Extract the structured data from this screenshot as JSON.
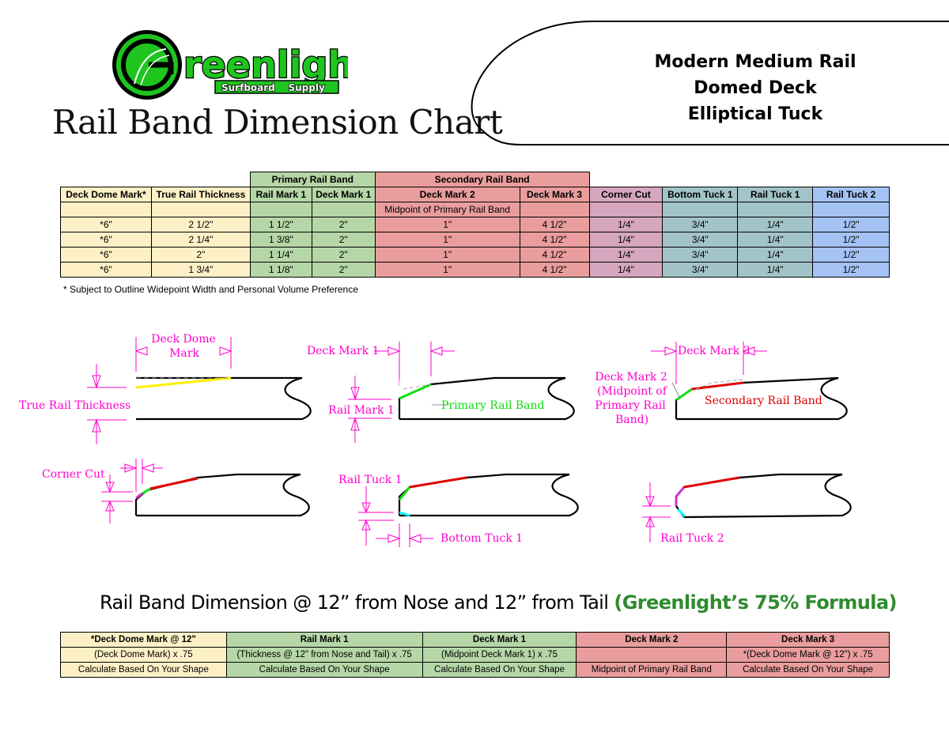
{
  "brand": {
    "logo_word": "reenlight",
    "logo_sub": "Surfboard    Supply"
  },
  "chart_title": "Rail Band Dimension Chart",
  "spec_lines": [
    "Modern Medium Rail",
    "Domed Deck",
    "Elliptical Tuck"
  ],
  "table": {
    "group_headers": {
      "primary": "Primary Rail Band",
      "secondary": "Secondary Rail Band"
    },
    "columns": [
      "Deck Dome Mark*",
      "True Rail Thickness",
      "Rail Mark 1",
      "Deck Mark 1",
      "Deck Mark 2",
      "Deck Mark 3",
      "Corner Cut",
      "Bottom Tuck 1",
      "Rail Tuck 1",
      "Rail Tuck 2"
    ],
    "note_row": {
      "deck_mark_2": "Midpoint of Primary Rail Band"
    },
    "rows": [
      [
        "*6\"",
        "2 1/2\"",
        "1 1/2\"",
        "2\"",
        "1\"",
        "4 1/2\"",
        "1/4\"",
        "3/4\"",
        "1/4\"",
        "1/2\""
      ],
      [
        "*6\"",
        "2 1/4\"",
        "1 3/8\"",
        "2\"",
        "1\"",
        "4 1/2\"",
        "1/4\"",
        "3/4\"",
        "1/4\"",
        "1/2\""
      ],
      [
        "*6\"",
        "2\"",
        "1 1/4\"",
        "2\"",
        "1\"",
        "4 1/2\"",
        "1/4\"",
        "3/4\"",
        "1/4\"",
        "1/2\""
      ],
      [
        "*6\"",
        "1 3/4\"",
        "1 1/8\"",
        "2\"",
        "1\"",
        "4 1/2\"",
        "1/4\"",
        "3/4\"",
        "1/4\"",
        "1/2\""
      ]
    ],
    "footnote": "* Subject to Outline Widepoint Width and Personal Volume Preference"
  },
  "diagrams": {
    "deck_dome_mark_1": "Deck Dome",
    "deck_dome_mark_2": "Mark",
    "true_rail_thickness": "True Rail Thickness",
    "deck_mark_1": "Deck Mark 1",
    "rail_mark_1": "Rail Mark 1",
    "primary_rail_band": "Primary Rail Band",
    "deck_mark_3": "Deck Mark 3",
    "deck_mark_2_lines": [
      "Deck Mark 2",
      "(Midpoint of",
      "Primary Rail",
      "Band)"
    ],
    "secondary_rail_band": "Secondary Rail Band",
    "corner_cut": "Corner Cut",
    "rail_tuck_1": "Rail Tuck 1",
    "bottom_tuck_1": "Bottom Tuck 1",
    "rail_tuck_2": "Rail Tuck 2"
  },
  "formula": {
    "title_main": "Rail Band Dimension @ 12” from Nose and 12” from Tail ",
    "title_highlight": "(Greenlight’s 75% Formula)",
    "columns": [
      "*Deck Dome Mark @ 12\"",
      "Rail Mark 1",
      "Deck Mark 1",
      "Deck Mark 2",
      "Deck Mark 3"
    ],
    "row1": [
      "(Deck Dome Mark) x .75",
      "(Thickness @ 12\" from Nose and Tail) x .75",
      "(Midpoint Deck Mark 1) x .75",
      "",
      "*(Deck Dome Mark @ 12\") x .75"
    ],
    "row2": [
      "Calculate Based On Your Shape",
      "Calculate Based On Your Shape",
      "Calculate Based On Your Shape",
      "Midpoint of Primary Rail Band",
      "Calculate Based On Your Shape"
    ]
  },
  "colors": {
    "accent_green": "#2e8b2e",
    "label_magenta": "#ff00cc",
    "band_green": "#11dd11",
    "band_red": "#e00000"
  }
}
